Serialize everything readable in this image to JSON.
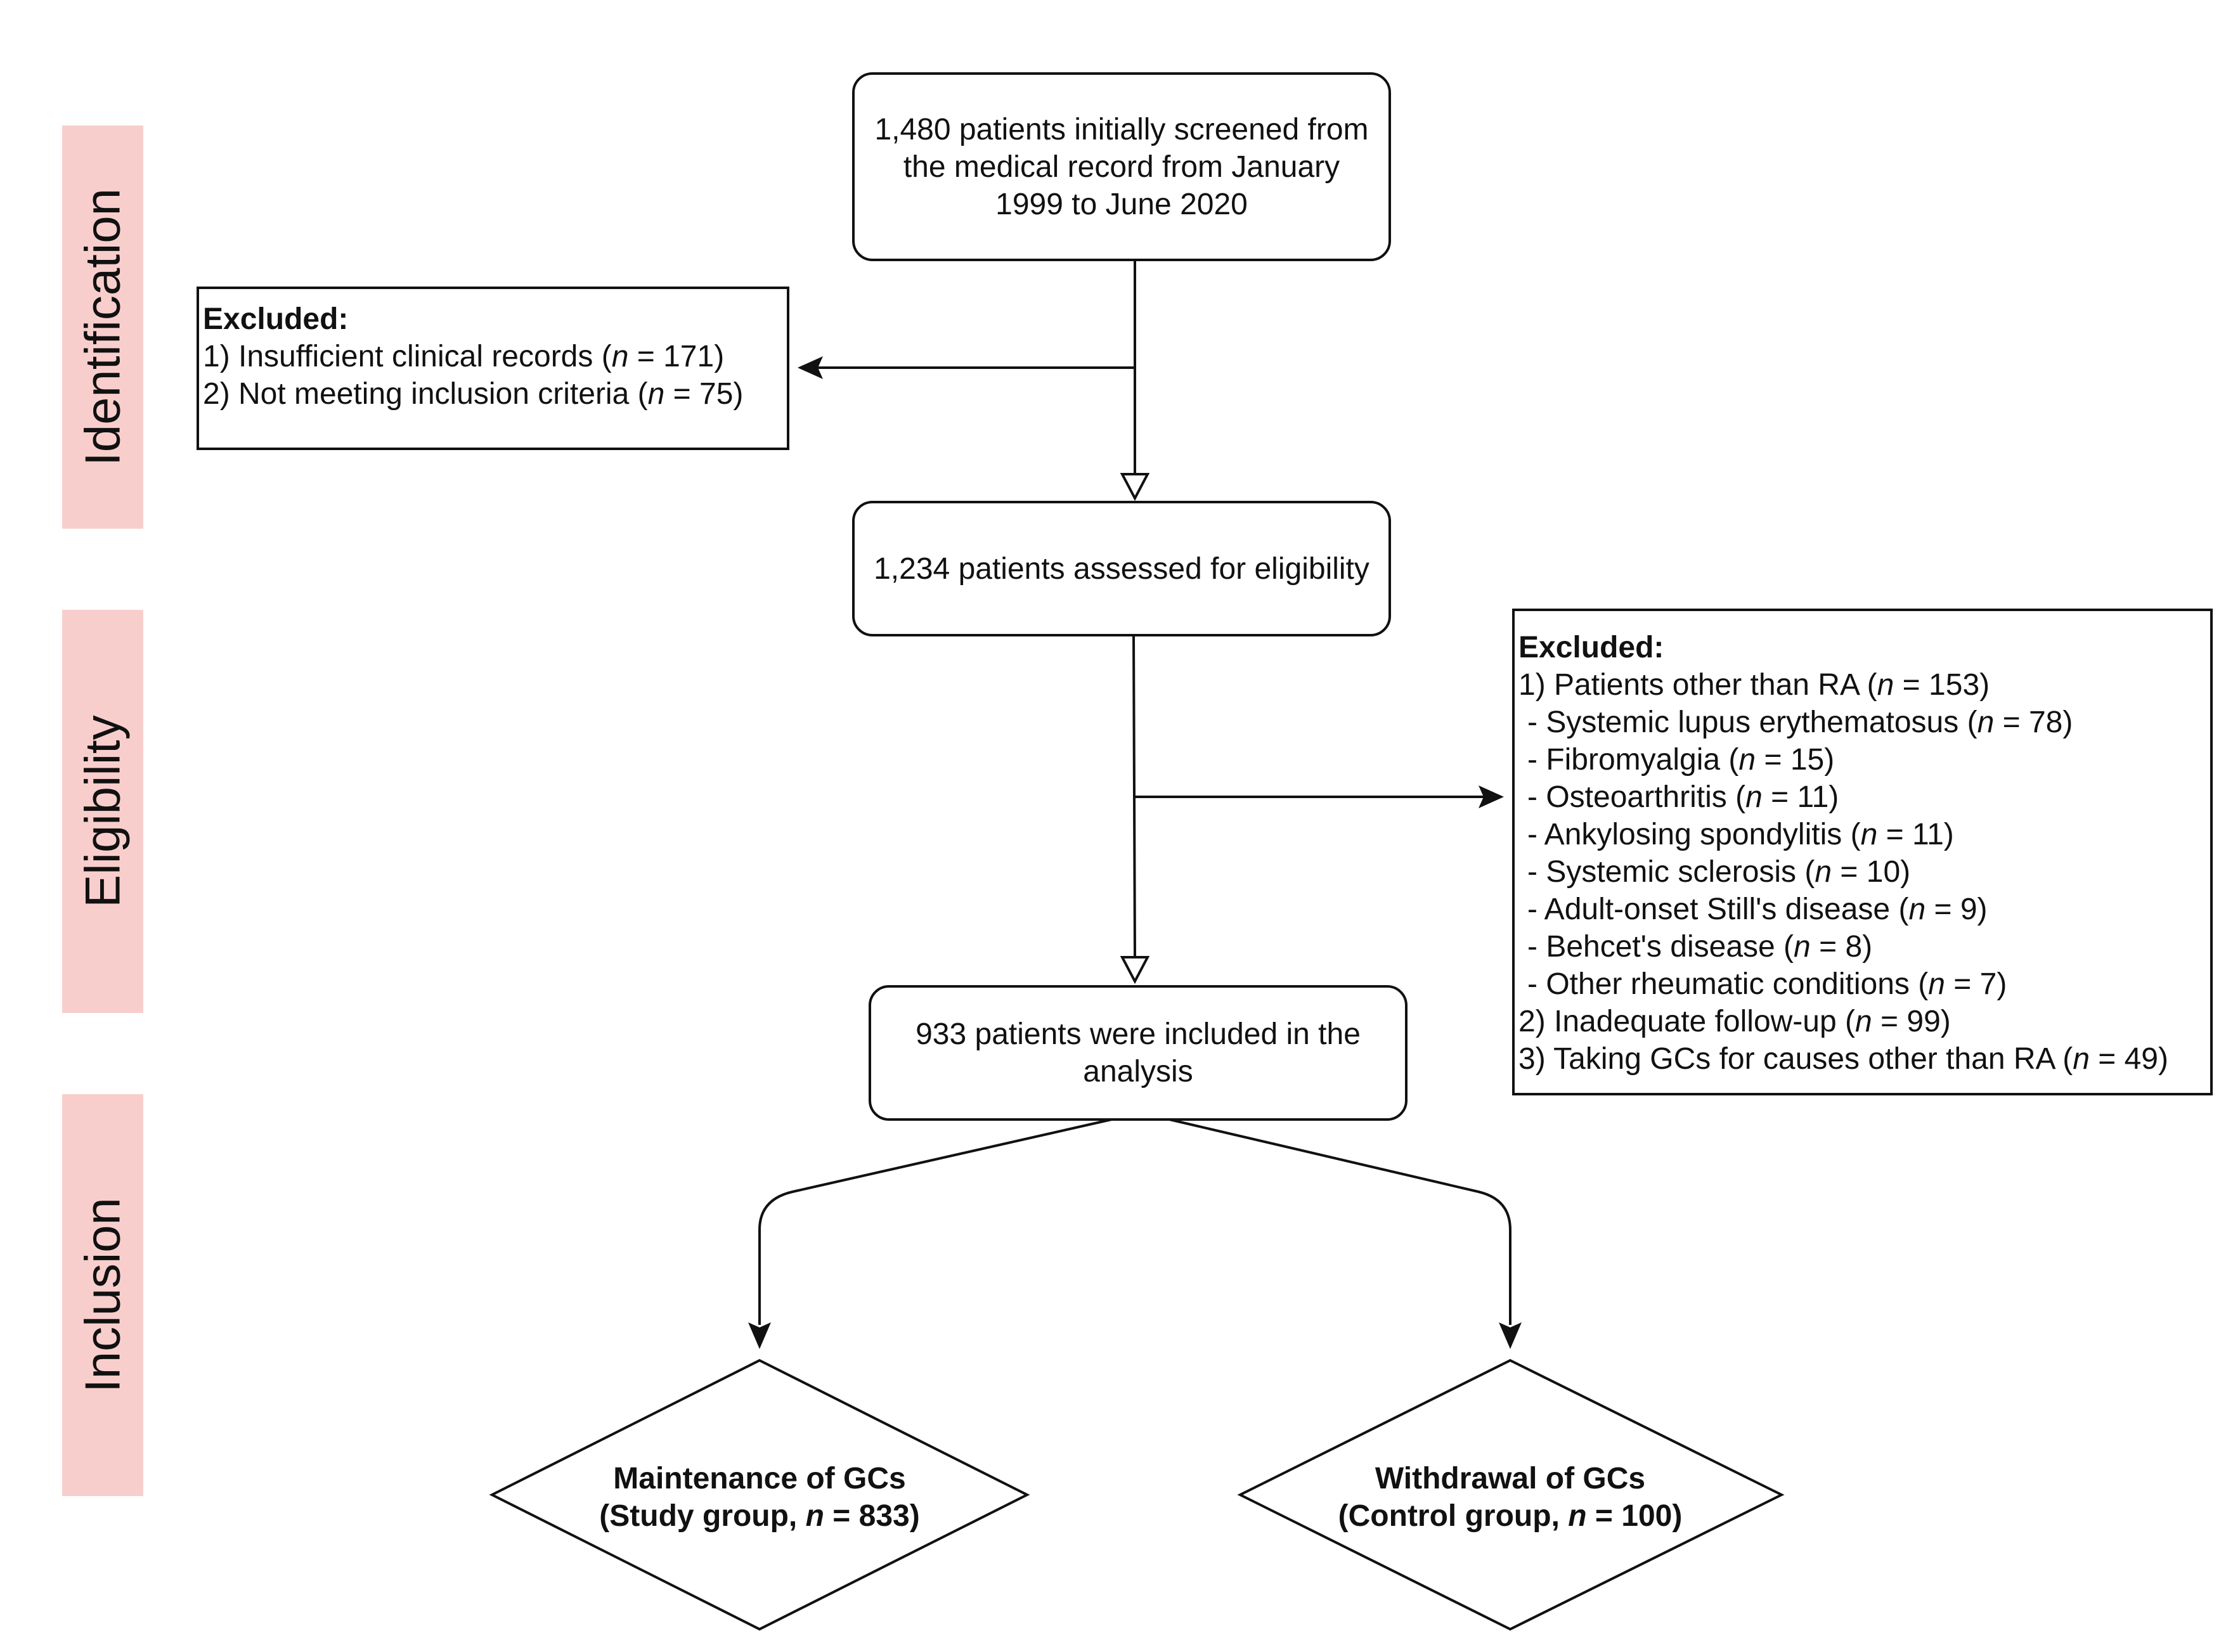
{
  "stages": [
    {
      "id": "identification",
      "label": "Identification"
    },
    {
      "id": "eligibility",
      "label": "Eligibility"
    },
    {
      "id": "inclusion",
      "label": "Inclusion"
    }
  ],
  "colors": {
    "stage_band": "#f8cecc",
    "stroke": "#111111"
  },
  "screened": {
    "line1": "1,480 patients initially screened from",
    "line2": "the medical record from January",
    "line3": "1999 to June 2020"
  },
  "excluded_1": {
    "heading": "Excluded:",
    "items": [
      {
        "prefix": "1) Insufficient clinical records (",
        "n_label": "n",
        "suffix": " = 171)"
      },
      {
        "prefix": "2) Not meeting inclusion criteria (",
        "n_label": "n",
        "suffix": " = 75)"
      }
    ]
  },
  "assessed": {
    "text": "1,234 patients assessed for eligibility"
  },
  "excluded_2": {
    "heading": "Excluded:",
    "items": [
      {
        "prefix": "1) Patients other than RA (",
        "n_label": "n",
        "suffix": " = 153)"
      },
      {
        "prefix": "- Systemic lupus erythematosus (",
        "n_label": "n",
        "suffix": " = 78)"
      },
      {
        "prefix": "- Fibromyalgia (",
        "n_label": "n",
        "suffix": " = 15)"
      },
      {
        "prefix": "- Osteoarthritis (",
        "n_label": "n",
        "suffix": " = 11)"
      },
      {
        "prefix": "- Ankylosing spondylitis (",
        "n_label": "n",
        "suffix": " = 11)"
      },
      {
        "prefix": "- Systemic sclerosis (",
        "n_label": "n",
        "suffix": " = 10)"
      },
      {
        "prefix": "- Adult-onset Still's disease (",
        "n_label": "n",
        "suffix": " = 9)"
      },
      {
        "prefix": "- Behcet's disease (",
        "n_label": "n",
        "suffix": " = 8)"
      },
      {
        "prefix": "- Other rheumatic conditions (",
        "n_label": "n",
        "suffix": " = 7)"
      },
      {
        "prefix": "2) Inadequate follow-up (",
        "n_label": "n",
        "suffix": " = 99)"
      },
      {
        "prefix": "3) Taking GCs for causes other than RA (",
        "n_label": "n",
        "suffix": " = 49)"
      }
    ]
  },
  "included": {
    "line1": "933 patients were included in the",
    "line2": "analysis"
  },
  "study_group": {
    "line1": "Maintenance of GCs",
    "line2_prefix": "(Study group, ",
    "n_label": "n",
    "line2_suffix": " = 833)"
  },
  "control_group": {
    "line1": "Withdrawal of GCs",
    "line2_prefix": "(Control group, ",
    "n_label": "n",
    "line2_suffix": " = 100)"
  }
}
